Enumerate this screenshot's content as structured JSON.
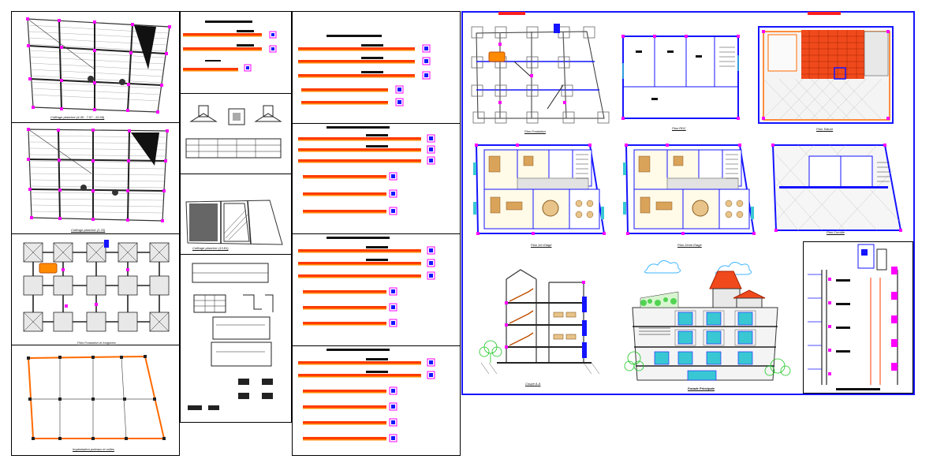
{
  "captions": {
    "sheet1": "Coffrage plancher (4.45 - 7.57 - 10.69)",
    "sheet2": "Coffrage plancher (1.33)",
    "sheet3": "Plan Fondation et longrines",
    "sheet4": "Implantation poteaux et voiles",
    "col2_slab": "Coffrage plancher (13.81)",
    "plan_fondation": "Plan Fondation",
    "plan_rdc": "Plan RDC",
    "plan_toiture": "Plan Toiture",
    "plan_1er": "Plan 1er Etage",
    "plan_2eme": "Plan 2eme Etage",
    "plan_combles": "Plan Comble",
    "coupe": "Coupe A-A",
    "facade": "Facade Principale"
  },
  "colors": {
    "frame_blue": "#1414ff",
    "title_red": "#ff1f1f",
    "beam_red": "#ff3b00",
    "beam_orange": "#ff8a00",
    "magenta": "#ff00ff",
    "roof_red": "#f04a1c",
    "window_cyan": "#39c7d4",
    "tree_green": "#18c51e",
    "cloud_blue": "#3fb6ff"
  },
  "icons": {
    "north_arrow": "north-arrow-icon",
    "tree": "tree-icon",
    "cloud": "cloud-icon"
  }
}
